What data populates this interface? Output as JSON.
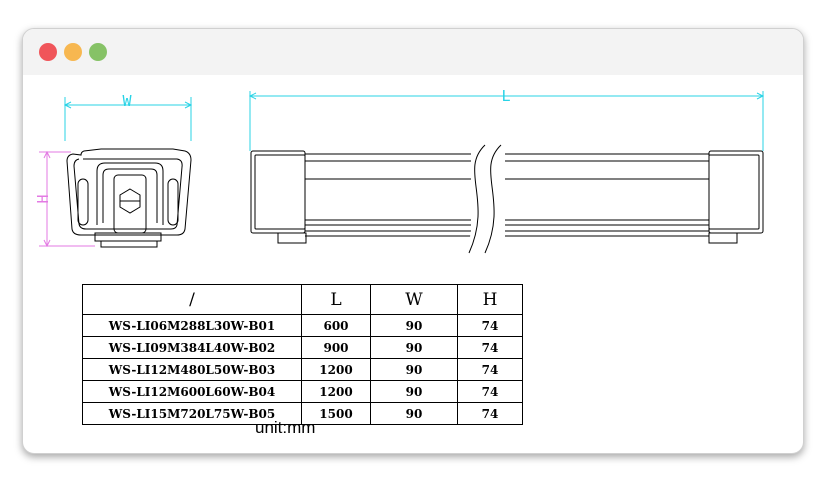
{
  "window": {
    "controls": {
      "close_color": "#f0555a",
      "minimize_color": "#f7b750",
      "maximize_color": "#86c266"
    }
  },
  "drawing": {
    "dim_color": "#29d3e6",
    "height_label_color": "#e37ae3",
    "labels": {
      "w": "W",
      "h": "H",
      "l": "L"
    }
  },
  "table": {
    "headers": [
      "/",
      "L",
      "W",
      "H"
    ],
    "rows": [
      {
        "model": "WS-LI06M288L30W-B01",
        "l": "600",
        "w": "90",
        "h": "74"
      },
      {
        "model": "WS-LI09M384L40W-B02",
        "l": "900",
        "w": "90",
        "h": "74"
      },
      {
        "model": "WS-LI12M480L50W-B03",
        "l": "1200",
        "w": "90",
        "h": "74"
      },
      {
        "model": "WS-LI12M600L60W-B04",
        "l": "1200",
        "w": "90",
        "h": "74"
      },
      {
        "model": "WS-LI15M720L75W-B05",
        "l": "1500",
        "w": "90",
        "h": "74"
      }
    ]
  },
  "unit_label": "unit:mm"
}
